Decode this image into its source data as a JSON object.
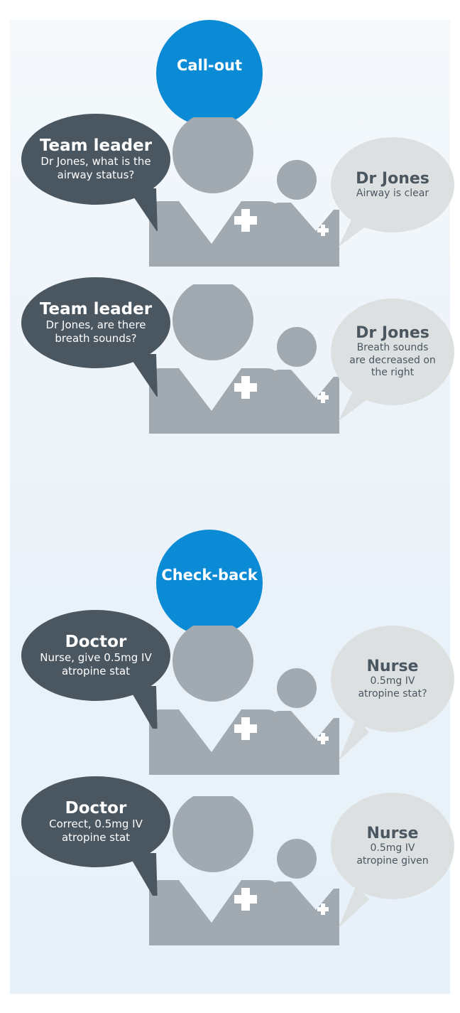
{
  "colors": {
    "accent_blue": "#0b8ad6",
    "speaker_bubble": "#4a5660",
    "reply_bubble": "#dde0e1",
    "person": "#a2aab1",
    "background": "#e9f2f9"
  },
  "sections": [
    {
      "label": "Call-out",
      "exchanges": [
        {
          "speaker": {
            "name": "Team leader",
            "message": "Dr Jones, what is the airway status?"
          },
          "responder": {
            "name": "Dr Jones",
            "message": "Airway is clear"
          }
        },
        {
          "speaker": {
            "name": "Team leader",
            "message": "Dr Jones, are there breath sounds?"
          },
          "responder": {
            "name": "Dr Jones",
            "message": "Breath sounds are decreased on the right"
          }
        }
      ]
    },
    {
      "label": "Check-back",
      "exchanges": [
        {
          "speaker": {
            "name": "Doctor",
            "message": "Nurse, give 0.5mg IV atropine stat"
          },
          "responder": {
            "name": "Nurse",
            "message": "0.5mg IV atropine stat?"
          }
        },
        {
          "speaker": {
            "name": "Doctor",
            "message": "Correct, 0.5mg IV atropine stat"
          },
          "responder": {
            "name": "Nurse",
            "message": "0.5mg IV atropine given"
          }
        }
      ]
    }
  ]
}
